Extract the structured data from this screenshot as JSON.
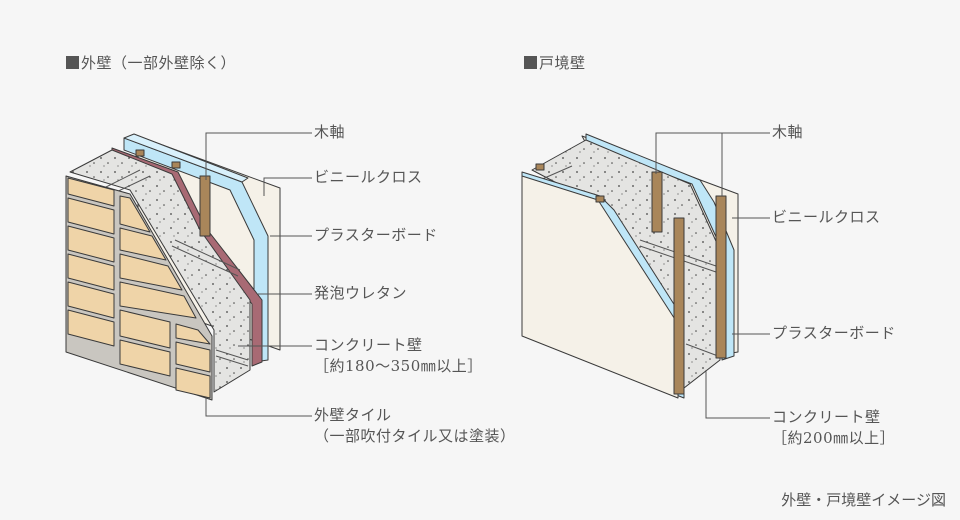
{
  "diagrams": [
    {
      "title": "外壁（一部外壁除く）",
      "labels": [
        {
          "text": "木軸"
        },
        {
          "text": "ビニールクロス"
        },
        {
          "text": "プラスターボード"
        },
        {
          "text": "発泡ウレタン"
        },
        {
          "text": "コンクリート壁",
          "sub": "［約180〜350㎜以上］"
        },
        {
          "text": "外壁タイル",
          "sub": "（一部吹付タイル又は塗装）"
        }
      ]
    },
    {
      "title": "戸境壁",
      "labels": [
        {
          "text": "木軸"
        },
        {
          "text": "ビニールクロス"
        },
        {
          "text": "プラスターボード"
        },
        {
          "text": "コンクリート壁",
          "sub": "［約200㎜以上］"
        }
      ]
    }
  ],
  "caption": "外壁・戸境壁イメージ図",
  "colors": {
    "tile": "#efd4a8",
    "concrete": "#e4e4e2",
    "urethane": "#a86a74",
    "plasterboard": "#bfe6f7",
    "cloth": "#f5f1e8",
    "wood": "#a9865a",
    "outline": "#3a3a3a"
  }
}
